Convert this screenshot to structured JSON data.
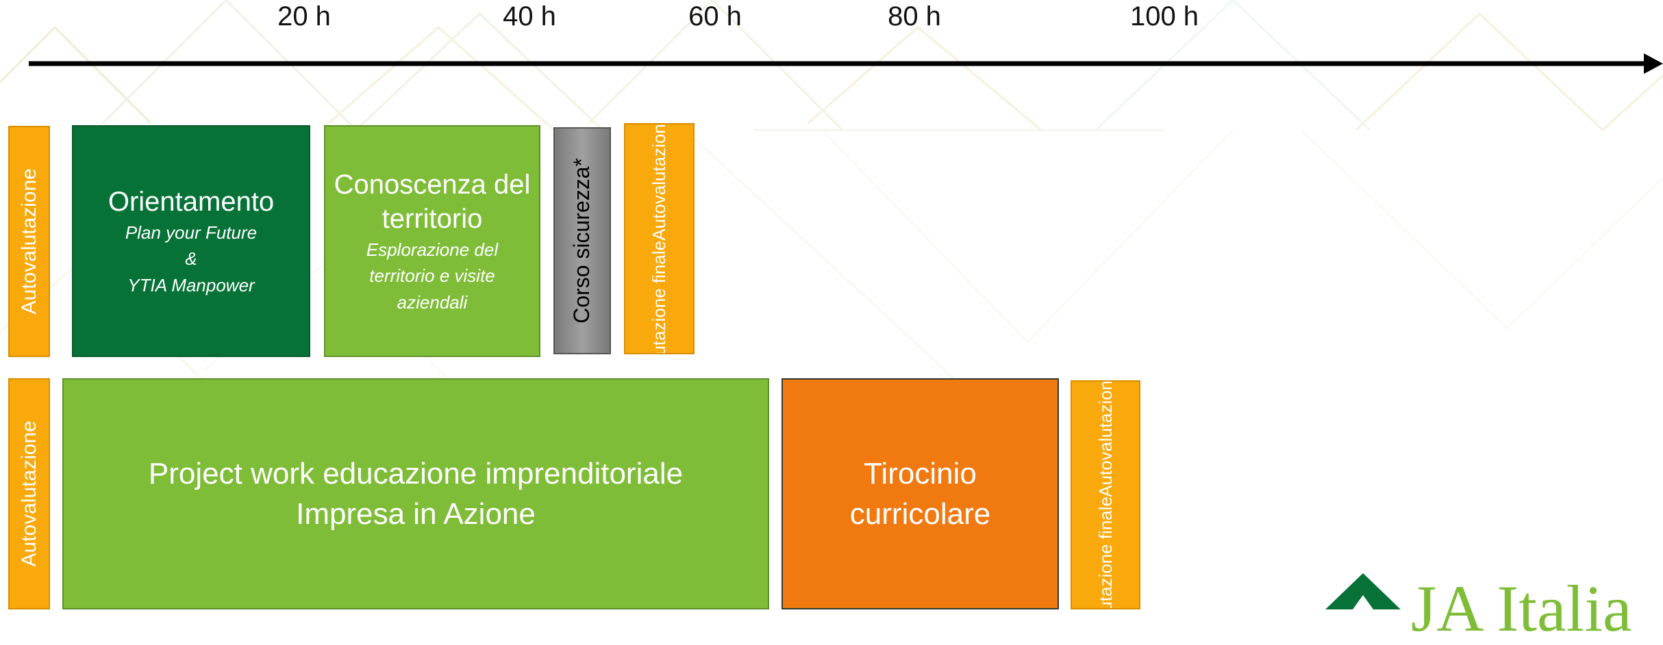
{
  "axis": {
    "ticks": [
      "20 h",
      "40 h",
      "60 h",
      "80 h",
      "100 h"
    ]
  },
  "row1": {
    "autovalutazione": "Autovalutazione",
    "orientamento": {
      "title": "Orientamento",
      "sub1": "Plan your Future",
      "sub2": "&",
      "sub3": "YTIA Manpower"
    },
    "conoscenza": {
      "title1": "Conoscenza del",
      "title2": "territorio",
      "sub1": "Esplorazione del",
      "sub2": "territorio e visite",
      "sub3": "aziendali"
    },
    "corso": "Corso sicurezza*",
    "finale_line1": "Autovalutazione e",
    "finale_line2": "valutazione finale"
  },
  "row2": {
    "autovalutazione": "Autovalutazione",
    "project": {
      "line1": "Project work educazione imprenditoriale",
      "line2": "Impresa in Azione"
    },
    "tirocinio": {
      "line1": "Tirocinio",
      "line2": "curricolare"
    },
    "finale_line1": "Autovalutazione e",
    "finale_line2": "valutazione finale"
  },
  "logo": {
    "text": "JA Italia"
  },
  "colors": {
    "dark_green": "#067238",
    "light_green": "#7fbd39",
    "yellow": "#f9a90b",
    "orange": "#f07a10",
    "gray": "#8c8c8c"
  }
}
